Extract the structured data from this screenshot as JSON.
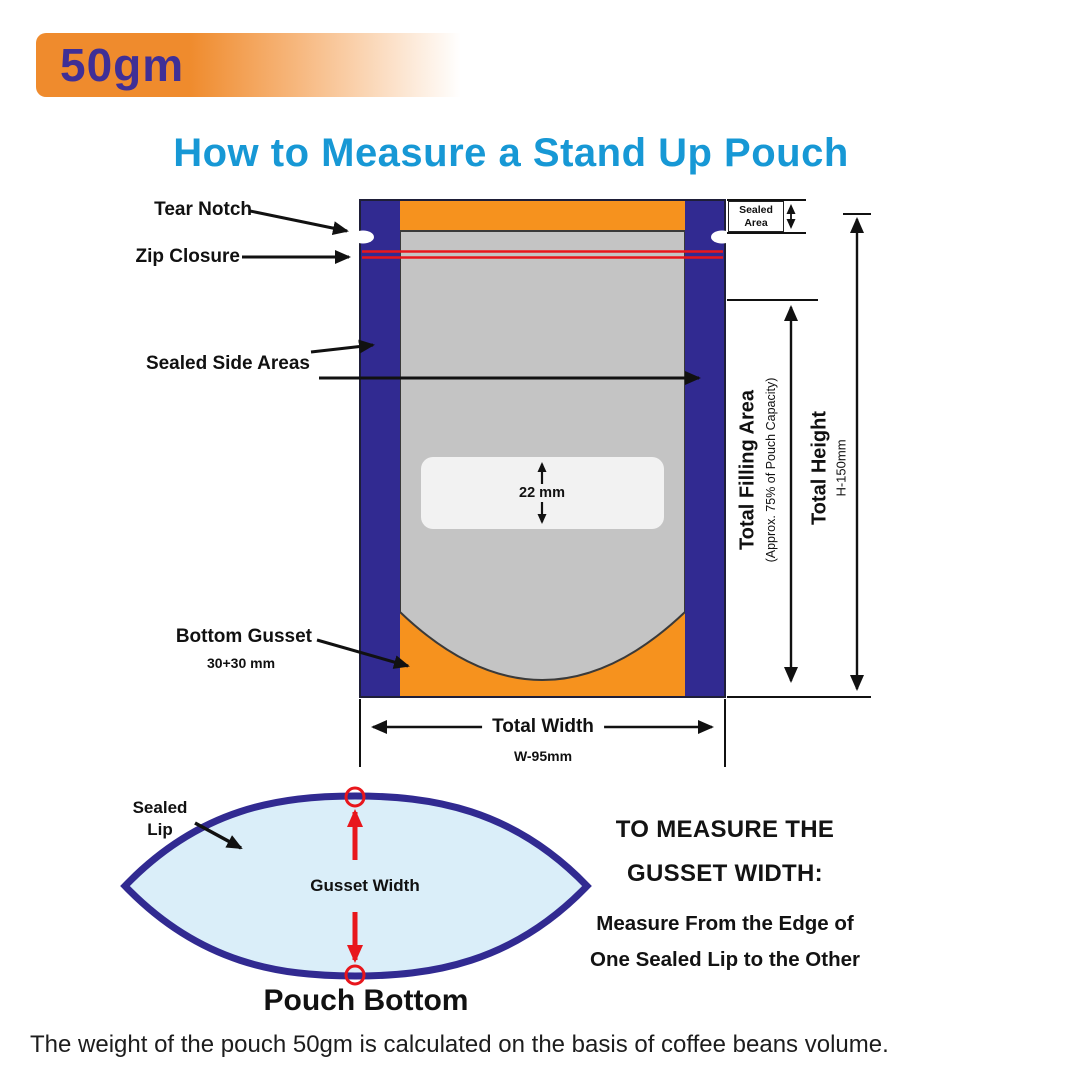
{
  "badge": {
    "label": "50gm"
  },
  "title": "How to Measure a Stand Up Pouch",
  "diagram": {
    "tear_notch": "Tear Notch",
    "zip_closure": "Zip Closure",
    "sealed_side_areas": "Sealed Side Areas",
    "bottom_gusset": "Bottom Gusset",
    "bottom_gusset_size": "30+30 mm",
    "sealed_area": "Sealed Area",
    "center_measure": "22 mm",
    "total_filling_area": "Total Filling Area",
    "total_filling_area_note": "(Approx. 75% of Pouch Capacity)",
    "total_height": "Total Height",
    "total_height_value": "H-150mm",
    "total_width": "Total Width",
    "total_width_value": "W-95mm"
  },
  "bottom_diagram": {
    "sealed_lip": "Sealed Lip",
    "gusset_width": "Gusset Width",
    "caption": "Pouch Bottom",
    "instruction": {
      "line1": "TO MEASURE THE",
      "line2": "GUSSET WIDTH:",
      "line3": "Measure From the Edge of",
      "line4": "One Sealed Lip to the Other"
    }
  },
  "footer": "The weight of the pouch 50gm is calculated on the basis of coffee beans volume.",
  "colors": {
    "accent_orange": "#EF8B2D",
    "pouch_orange": "#F6921E",
    "pouch_blue": "#312A91",
    "title_blue": "#1798D5",
    "zip_red": "#E8161C",
    "gray_fill": "#C4C4C4",
    "lens_fill": "#DAEEF9",
    "badge_text": "#3F2F96"
  }
}
